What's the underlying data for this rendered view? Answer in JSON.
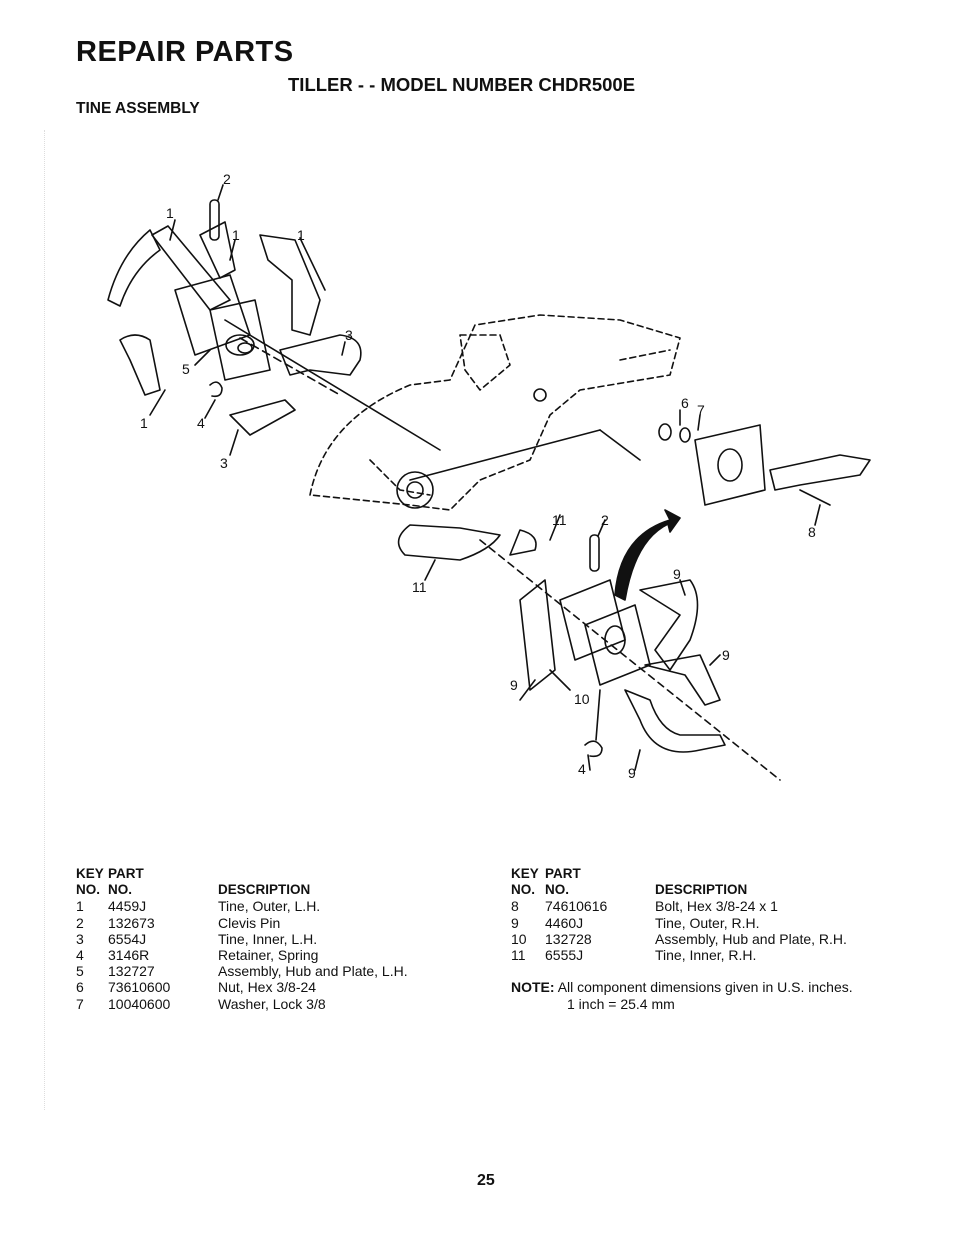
{
  "header": {
    "title": "REPAIR PARTS",
    "subtitle": "TILLER - - MODEL NUMBER CHDR500E",
    "section": "TINE ASSEMBLY"
  },
  "diagram": {
    "callouts": [
      "2",
      "1",
      "1",
      "1",
      "3",
      "5",
      "1",
      "4",
      "3",
      "6",
      "7",
      "8",
      "11",
      "2",
      "11",
      "9",
      "9",
      "9",
      "10",
      "4",
      "9"
    ]
  },
  "table_headers": {
    "key_top": "KEY",
    "part_top": "PART",
    "key_bottom": "NO.",
    "part_bottom": "NO.",
    "description": "DESCRIPTION"
  },
  "parts_left": [
    {
      "key": "1",
      "part": "4459J",
      "description": "Tine, Outer, L.H."
    },
    {
      "key": "2",
      "part": "132673",
      "description": "Clevis Pin"
    },
    {
      "key": "3",
      "part": "6554J",
      "description": "Tine, Inner, L.H."
    },
    {
      "key": "4",
      "part": "3146R",
      "description": "Retainer, Spring"
    },
    {
      "key": "5",
      "part": "132727",
      "description": "Assembly, Hub and Plate, L.H."
    },
    {
      "key": "6",
      "part": "73610600",
      "description": "Nut, Hex 3/8-24"
    },
    {
      "key": "7",
      "part": "10040600",
      "description": "Washer, Lock 3/8"
    }
  ],
  "parts_right": [
    {
      "key": "8",
      "part": "74610616",
      "description": "Bolt, Hex 3/8-24 x 1"
    },
    {
      "key": "9",
      "part": "4460J",
      "description": "Tine, Outer, R.H."
    },
    {
      "key": "10",
      "part": "132728",
      "description": "Assembly, Hub and Plate, R.H."
    },
    {
      "key": "11",
      "part": "6555J",
      "description": "Tine, Inner, R.H."
    }
  ],
  "note": {
    "label": "NOTE:",
    "line1": "All component dimensions given in U.S. inches.",
    "line2": "1 inch = 25.4 mm"
  },
  "page_number": "25"
}
